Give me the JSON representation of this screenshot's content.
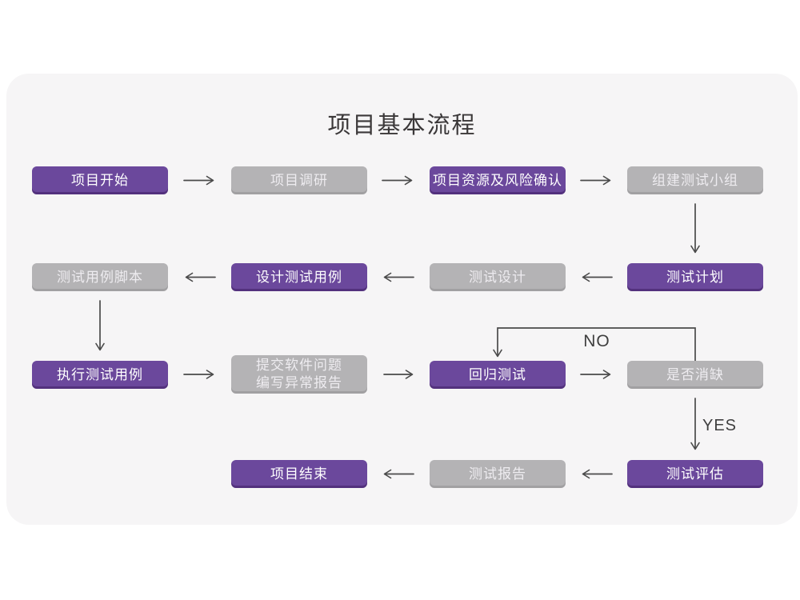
{
  "title": "项目基本流程",
  "edge_labels": {
    "no": "NO",
    "yes": "YES"
  },
  "nodes": [
    {
      "label": "项目开始",
      "type": "primary"
    },
    {
      "label": "项目调研",
      "type": "secondary"
    },
    {
      "label": "项目资源及风险确认",
      "type": "primary"
    },
    {
      "label": "组建测试小组",
      "type": "secondary"
    },
    {
      "label": "测试计划",
      "type": "primary"
    },
    {
      "label": "测试设计",
      "type": "secondary"
    },
    {
      "label": "设计测试用例",
      "type": "primary"
    },
    {
      "label": "测试用例脚本",
      "type": "secondary"
    },
    {
      "label": "执行测试用例",
      "type": "primary"
    },
    {
      "label": "提交软件问题\n编写异常报告",
      "type": "secondary"
    },
    {
      "label": "回归测试",
      "type": "primary"
    },
    {
      "label": "是否消缺",
      "type": "secondary"
    },
    {
      "label": "测试评估",
      "type": "primary"
    },
    {
      "label": "测试报告",
      "type": "secondary"
    },
    {
      "label": "项目结束",
      "type": "primary"
    }
  ],
  "colors": {
    "primary_box": "#6b489c",
    "secondary_box": "#b4b3b5",
    "card_background": "#f6f5f6",
    "arrow": "#4a4a4a",
    "title_text": "#3b3839"
  }
}
